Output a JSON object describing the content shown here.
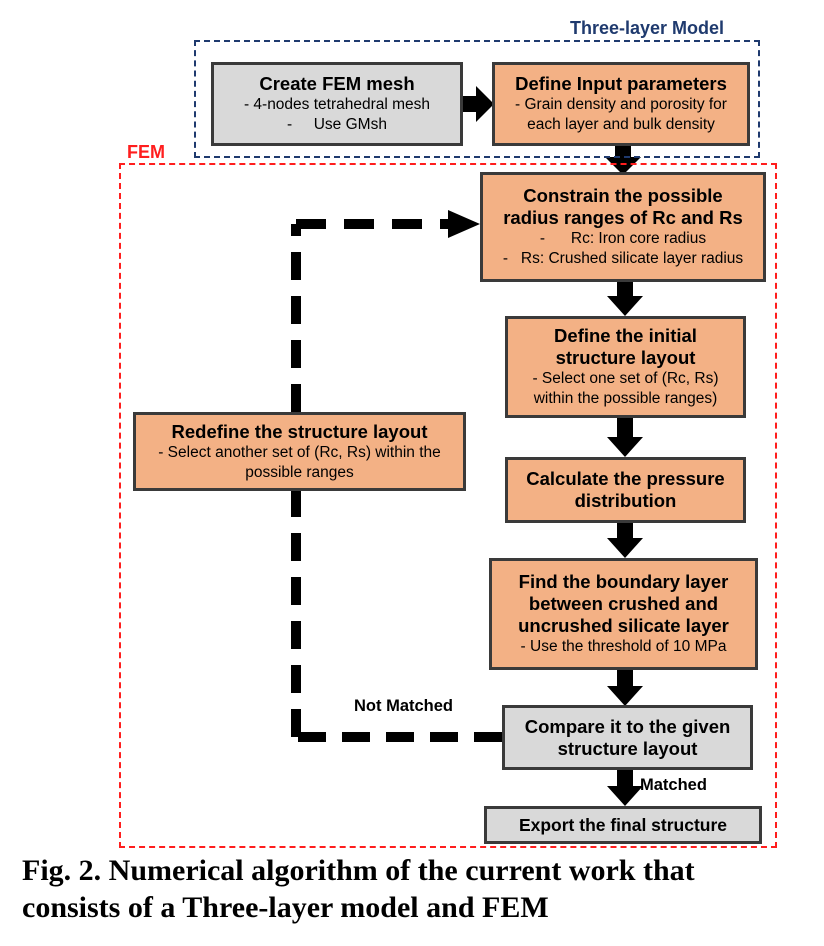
{
  "regions": {
    "three_layer_label": "Three-layer Model",
    "fem_label": "FEM"
  },
  "boxes": {
    "create_mesh": {
      "title": "Create FEM mesh",
      "lines": [
        "- 4-nodes tetrahedral mesh",
        "-     Use GMsh"
      ]
    },
    "input_params": {
      "title": "Define Input parameters",
      "lines": [
        "- Grain density and porosity for",
        "each layer and bulk density"
      ]
    },
    "constrain": {
      "title_lines": [
        "Constrain the possible",
        "radius ranges of Rc and Rs"
      ],
      "lines": [
        "-      Rc: Iron core radius",
        "-   Rs: Crushed silicate layer radius"
      ]
    },
    "initial_layout": {
      "title_lines": [
        "Define the initial",
        "structure layout"
      ],
      "lines": [
        "- Select one set of (Rc, Rs)",
        "within the possible ranges)"
      ]
    },
    "redefine": {
      "title": "Redefine the structure layout",
      "lines": [
        "- Select another set of (Rc, Rs) within the",
        "possible ranges"
      ]
    },
    "pressure": {
      "title_lines": [
        "Calculate the pressure",
        "distribution"
      ]
    },
    "boundary": {
      "title_lines": [
        "Find the boundary layer",
        "between crushed and",
        "uncrushed silicate layer"
      ],
      "lines": [
        "- Use the threshold of 10 MPa"
      ]
    },
    "compare": {
      "title_lines": [
        "Compare it to the given",
        "structure layout"
      ]
    },
    "export": {
      "title": "Export the final structure"
    }
  },
  "edges": {
    "not_matched": "Not Matched",
    "matched": "Matched"
  },
  "caption": {
    "line1": "Fig. 2. Numerical algorithm of the current work that",
    "line2": "consists of a Three-layer model and FEM"
  },
  "colors": {
    "process_fill": "#f3b185",
    "neutral_fill": "#d9d9d9",
    "three_layer_border": "#1f3a6e",
    "fem_border": "#ff1e1e",
    "arrow": "#000000"
  }
}
